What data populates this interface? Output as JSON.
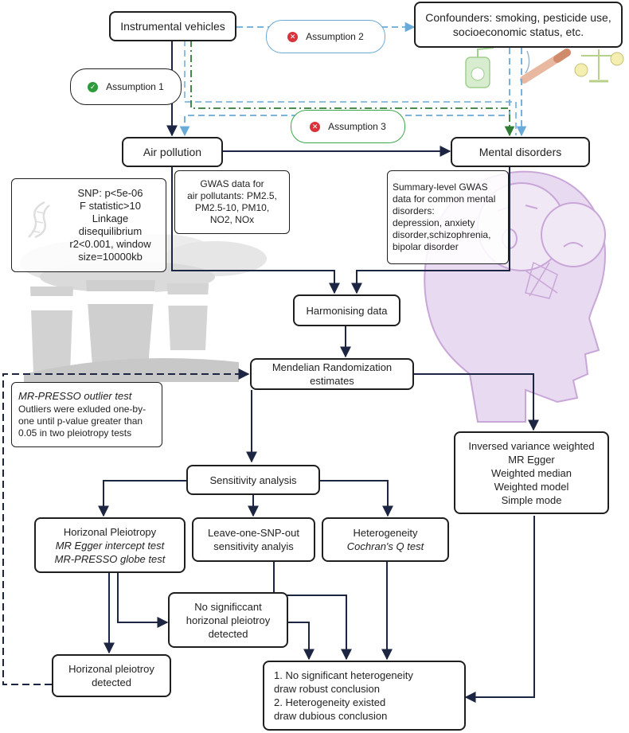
{
  "nodes": {
    "instrumental": "Instrumental vehicles",
    "confounders": [
      "Confounders: smoking, pesticide use,",
      "socioeconomic status, etc."
    ],
    "air_pollution": "Air pollution",
    "mental_disorders": "Mental disorders",
    "snp": [
      "SNP:  p<5e-06",
      "F statistic>10",
      "Linkage",
      "disequilibrium",
      "r2<0.001, window",
      "size=10000kb"
    ],
    "gwas_air": [
      "GWAS data for",
      "air pollutants: PM2.5,",
      "PM2.5-10, PM10,",
      "NO2, NOx"
    ],
    "gwas_mental": [
      "Summary-level GWAS",
      "data for common mental",
      "disorders:",
      "depression, anxiety",
      "disorder,schizophrenia,",
      "bipolar disorder"
    ],
    "harmonising": "Harmonising  data",
    "mr_estimates": "Mendelian Randomization estimates",
    "mr_presso_title": "MR-PRESSO outlier test",
    "mr_presso_body": [
      "Outliers were exluded one-by-",
      "one  until p-value greater than",
      "0.05 in two pleiotropy tests"
    ],
    "methods": [
      "Inversed variance weighted",
      "MR Egger",
      "Weighted median",
      "Weighted model",
      "Simple mode"
    ],
    "sensitivity": "Sensitivity analysis",
    "horizontal_title": "Horizonal Pleiotropy",
    "horizontal_tests": [
      "MR Egger intercept test",
      "MR-PRESSO globe test"
    ],
    "leave_one": [
      "Leave-one-SNP-out",
      "sensitivity analyis"
    ],
    "heterogeneity_title": "Heterogeneity",
    "heterogeneity_test": "Cochran's Q test",
    "no_significant": [
      "No significcant",
      "horizonal pleiotroy",
      "detected"
    ],
    "pleiotropy_detected": [
      "Horizonal pleiotroy",
      "detected"
    ],
    "conclusion": [
      "1. No significant heterogeneity",
      "draw robust conclusion",
      "2. Heterogeneity existed",
      "draw dubious conclusion"
    ]
  },
  "assumptions": {
    "a1": "Assumption 1",
    "a2": "Assumption 2",
    "a3": "Assumption 3"
  },
  "colors": {
    "dark_arrow": "#1c2541",
    "blue_dashed": "#6aaad8",
    "green_dashdot": "#2e7d32",
    "ok": "#2e9b3a",
    "violation": "#d8323b",
    "head_fill": "#e8daf0",
    "head_stroke": "#c9a6d8",
    "smoke": "#d6d6d6"
  },
  "icons": [
    "dna-icon",
    "check-icon",
    "cross-icon",
    "sprayer-icon",
    "cigarette-icon",
    "scale-icon",
    "head-icon",
    "face-icon",
    "factory-smoke-icon"
  ]
}
